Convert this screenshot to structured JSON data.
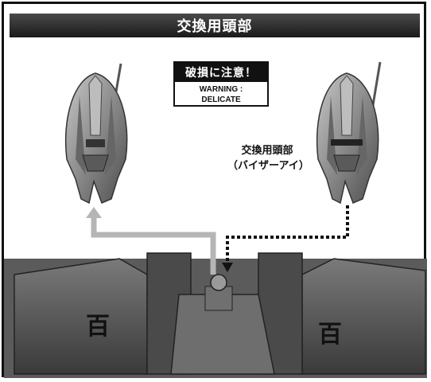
{
  "banner": {
    "title": "交換用頭部"
  },
  "warning": {
    "jp": "破損に注意！",
    "en_line1": "WARNING :",
    "en_line2": "DELICATE"
  },
  "visor_label": {
    "line1": "交換用頭部",
    "line2": "（バイザーアイ）"
  },
  "kanji_mark": "百",
  "colors": {
    "banner_dark": "#1a1a1a",
    "arrow_gray": "#b5b5b5",
    "metal": "#8d8d8d"
  }
}
